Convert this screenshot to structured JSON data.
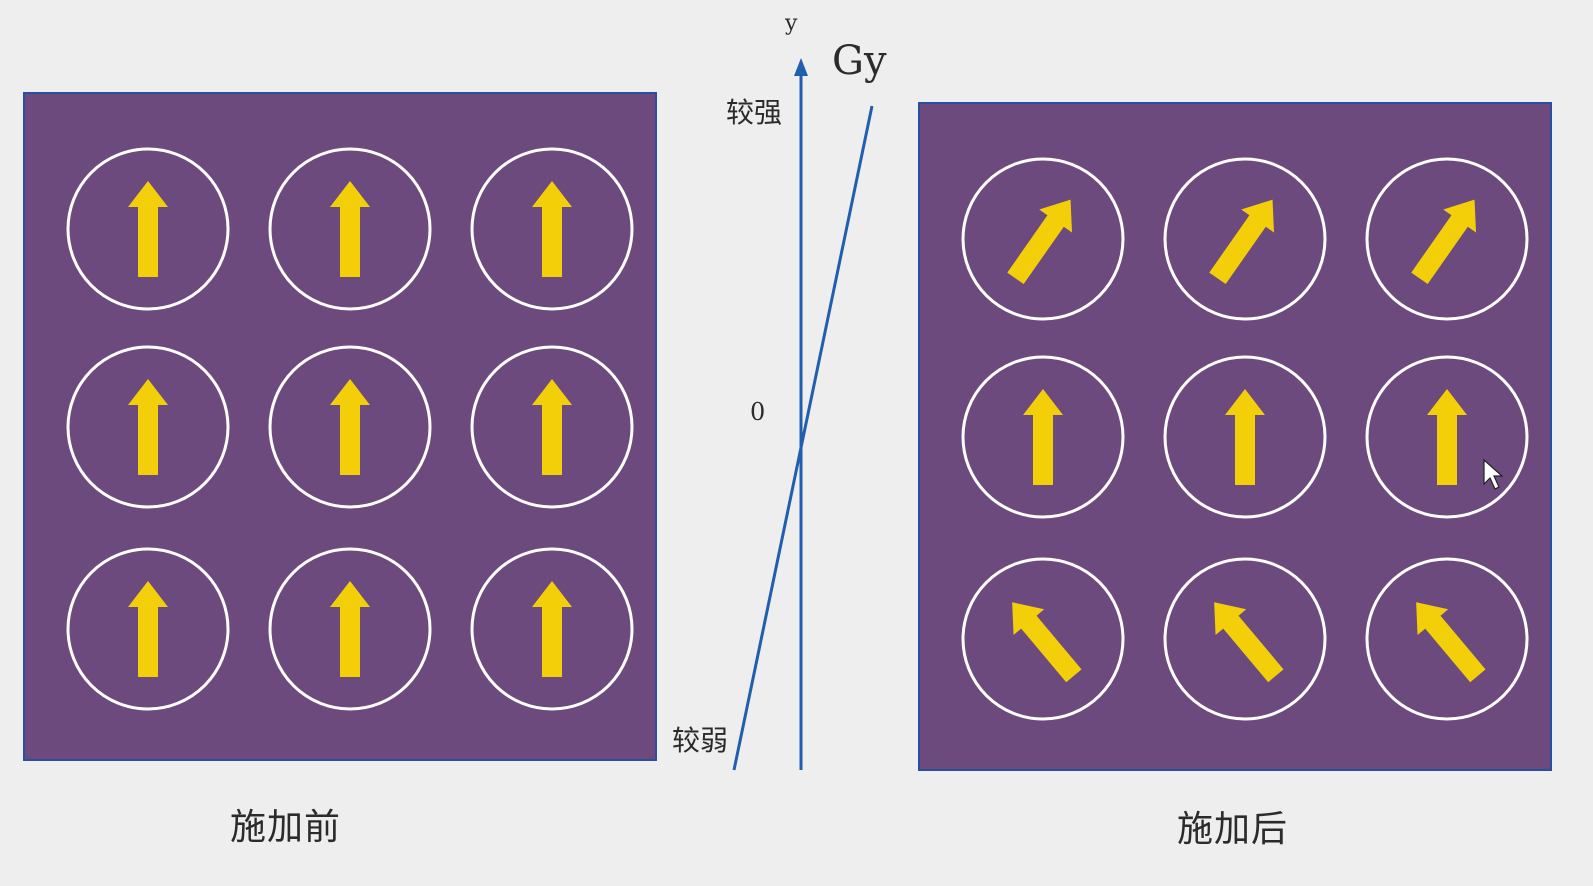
{
  "before_panel": {
    "caption": "施加前",
    "spins": [
      {
        "row": 1,
        "col": 1,
        "direction": "up"
      },
      {
        "row": 1,
        "col": 2,
        "direction": "up"
      },
      {
        "row": 1,
        "col": 3,
        "direction": "up"
      },
      {
        "row": 2,
        "col": 1,
        "direction": "up"
      },
      {
        "row": 2,
        "col": 2,
        "direction": "up"
      },
      {
        "row": 2,
        "col": 3,
        "direction": "up"
      },
      {
        "row": 3,
        "col": 1,
        "direction": "up"
      },
      {
        "row": 3,
        "col": 2,
        "direction": "up"
      },
      {
        "row": 3,
        "col": 3,
        "direction": "up"
      }
    ]
  },
  "after_panel": {
    "caption": "施加后",
    "spins": [
      {
        "row": 1,
        "col": 1,
        "direction": "tilted-right"
      },
      {
        "row": 1,
        "col": 2,
        "direction": "tilted-right"
      },
      {
        "row": 1,
        "col": 3,
        "direction": "tilted-right"
      },
      {
        "row": 2,
        "col": 1,
        "direction": "up"
      },
      {
        "row": 2,
        "col": 2,
        "direction": "up"
      },
      {
        "row": 2,
        "col": 3,
        "direction": "up"
      },
      {
        "row": 3,
        "col": 1,
        "direction": "tilted-left"
      },
      {
        "row": 3,
        "col": 2,
        "direction": "tilted-left"
      },
      {
        "row": 3,
        "col": 3,
        "direction": "tilted-left"
      }
    ]
  },
  "gradient": {
    "axis_label": "y",
    "gradient_label": "Gy",
    "strong_label": "较强",
    "zero_label": "0",
    "weak_label": "较弱"
  },
  "colors": {
    "panel_fill": "#6d4a7d",
    "panel_border": "#2b4fa0",
    "arrow": "#f3cf0a",
    "circle": "#ffffff",
    "axis_line": "#1f5fae",
    "background": "#eeeeee"
  },
  "icons": {
    "spin": "arrow-icon",
    "cursor": "mouse-pointer-icon"
  }
}
